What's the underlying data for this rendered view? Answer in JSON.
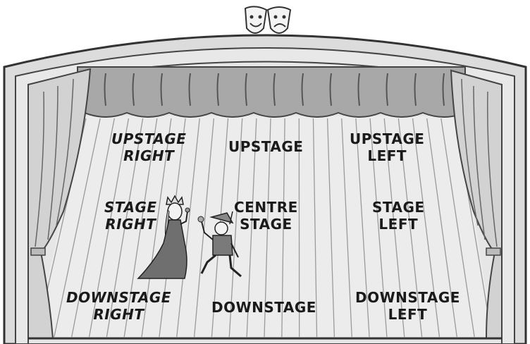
{
  "stage_areas": {
    "upstage_right": {
      "line1": "UPSTAGE",
      "line2": "RIGHT"
    },
    "upstage": {
      "line1": "UPSTAGE"
    },
    "upstage_left": {
      "line1": "UPSTAGE",
      "line2": "LEFT"
    },
    "stage_right": {
      "line1": "STAGE",
      "line2": "RIGHT"
    },
    "centre_stage": {
      "line1": "CENTRE",
      "line2": "STAGE"
    },
    "stage_left": {
      "line1": "STAGE",
      "line2": "LEFT"
    },
    "downstage_right": {
      "line1": "DOWNSTAGE",
      "line2": "RIGHT"
    },
    "downstage": {
      "line1": "DOWNSTAGE"
    },
    "downstage_left": {
      "line1": "DOWNSTAGE",
      "line2": "LEFT"
    }
  },
  "icons": {
    "emblem": "comedy-tragedy-masks-icon",
    "figure_left": "queen-figure-icon",
    "figure_right": "jester-figure-icon"
  },
  "colors": {
    "outline": "#3a3a3a",
    "frame": "#dedede",
    "curtain": "#cfcfcf",
    "valance": "#a9a9a9",
    "floor": "#e9e9e9"
  }
}
